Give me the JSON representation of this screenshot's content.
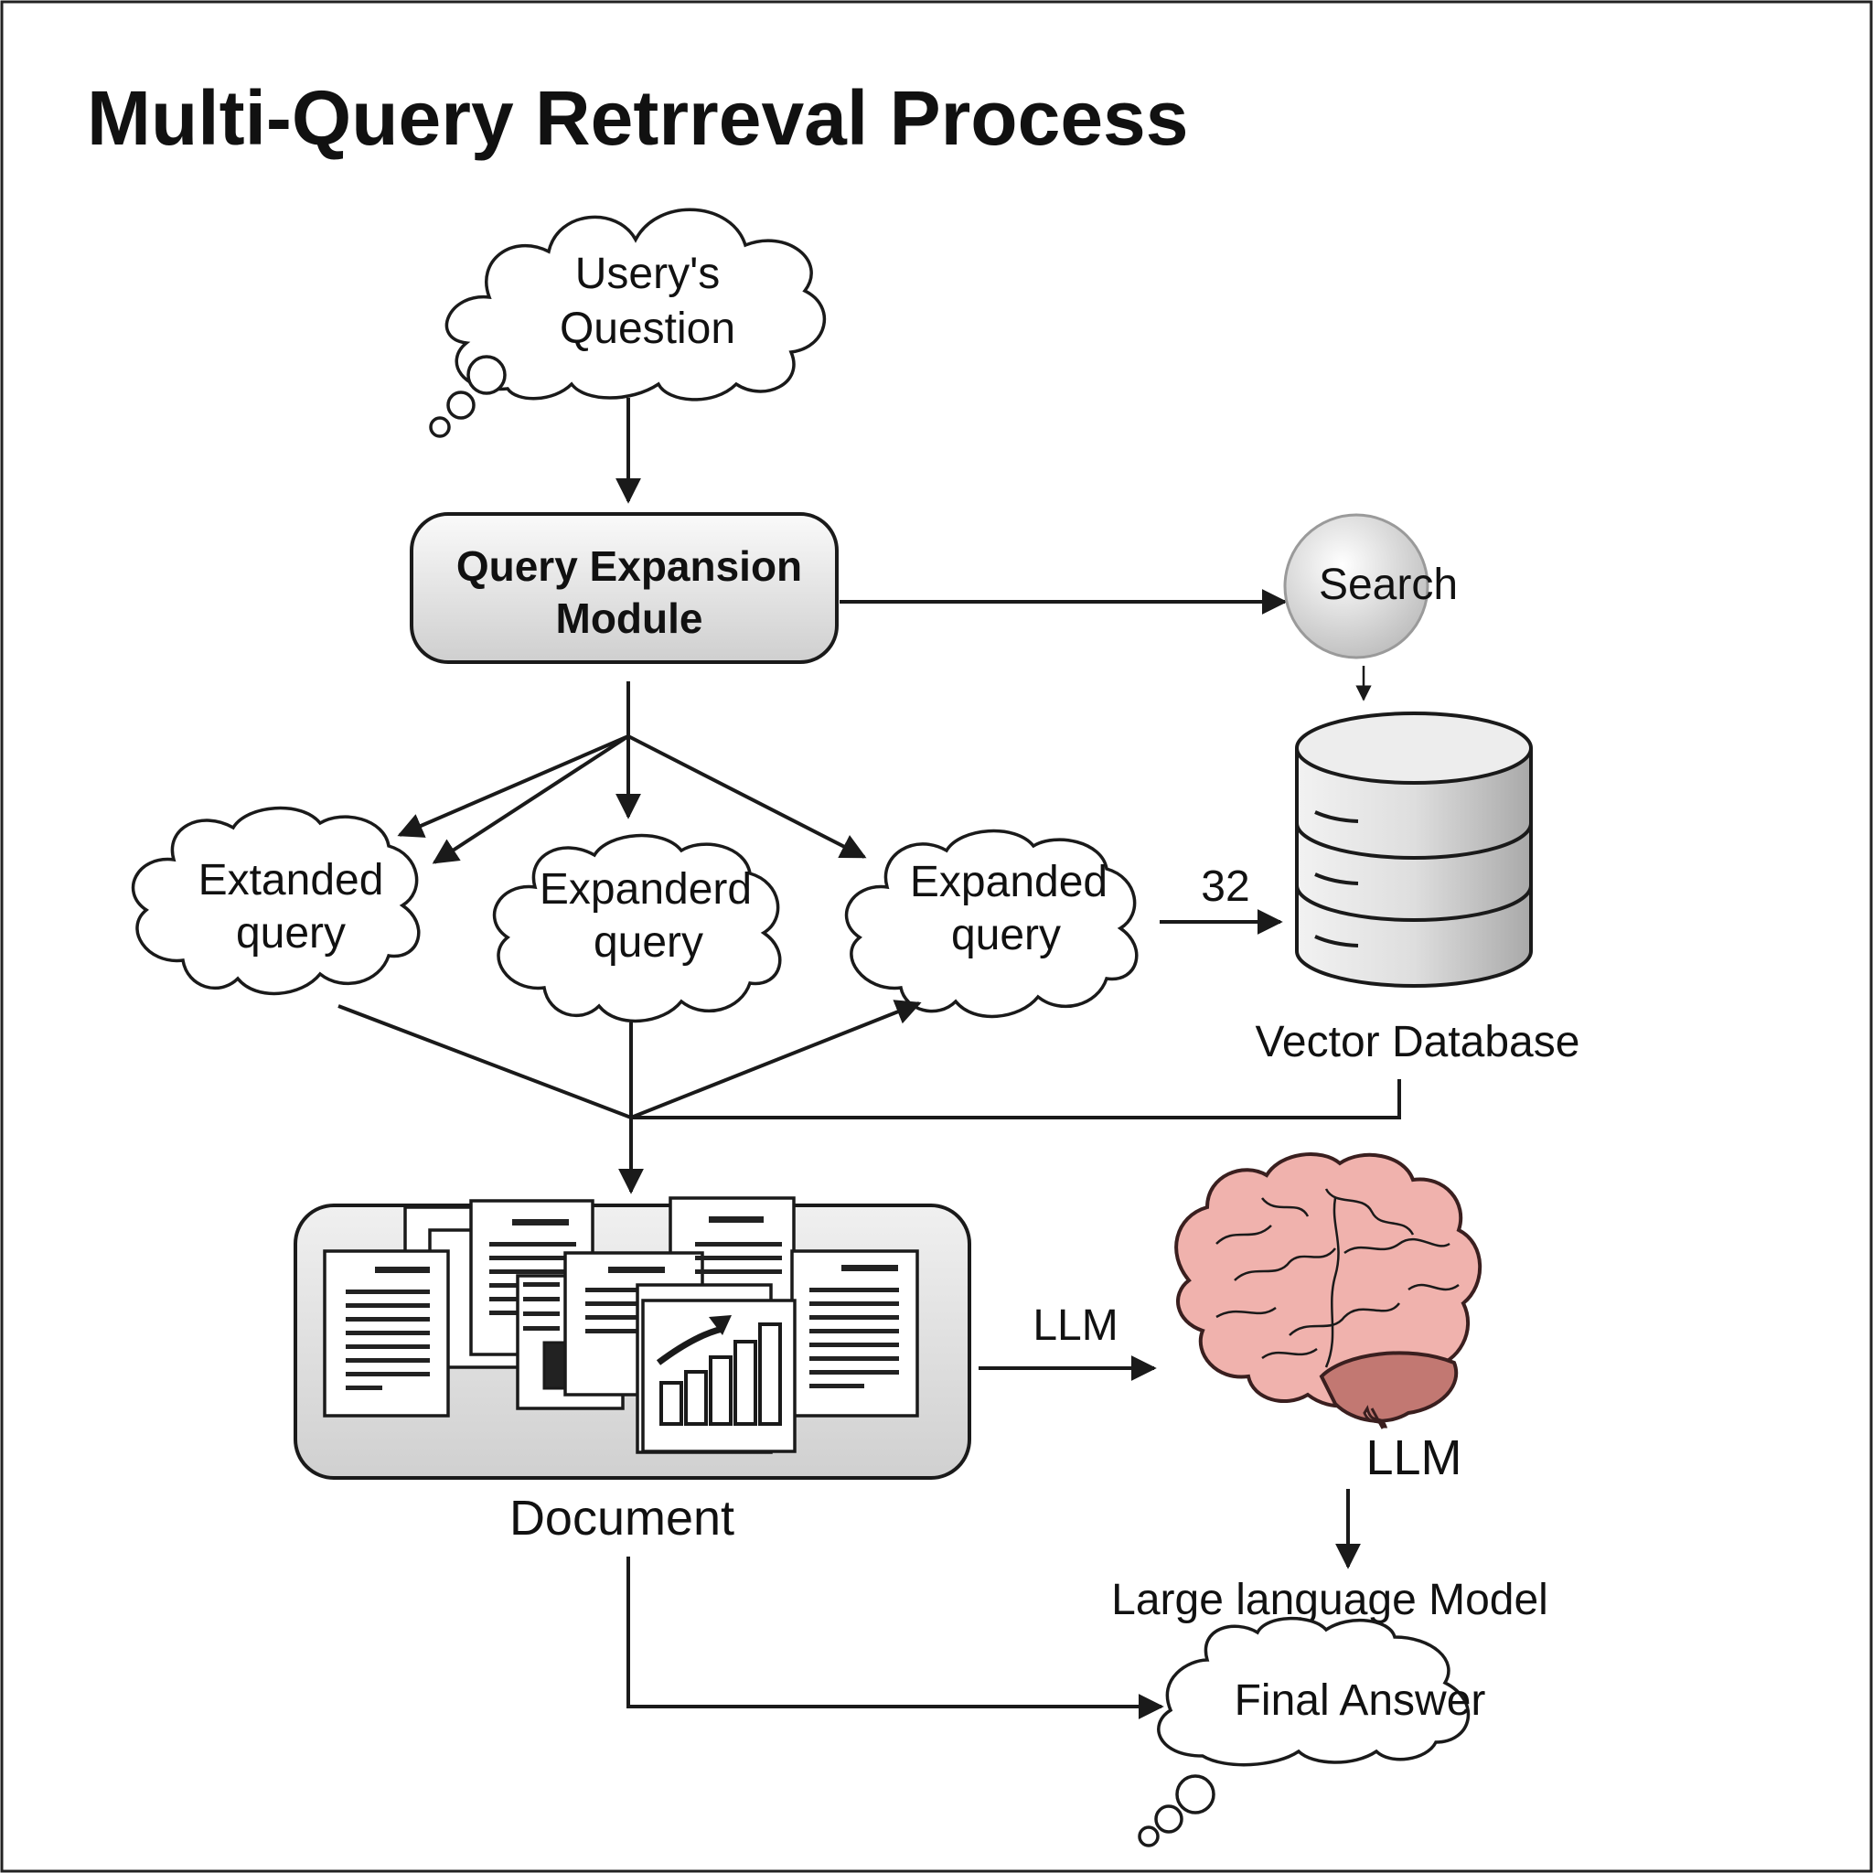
{
  "diagram": {
    "title": "Multi-Query Retrreval Process",
    "user_question": {
      "line1": "Usery's",
      "line2": "Question"
    },
    "expansion_module": {
      "line1": "Query Expansion",
      "line2": "Module"
    },
    "search_label": "Search",
    "expanded_queries": [
      {
        "line1": "Extanded",
        "line2": "query"
      },
      {
        "line1": "Expanderd",
        "line2": "query"
      },
      {
        "line1": "Expanded",
        "line2": "query"
      }
    ],
    "edge_number": "32",
    "vector_database_label": "Vector Database",
    "document_label": "Document",
    "llm_edge_label": "LLM",
    "brain_label": "LLM",
    "large_language_model_label": "Large language Model",
    "final_answer_label": "Final Answer"
  }
}
